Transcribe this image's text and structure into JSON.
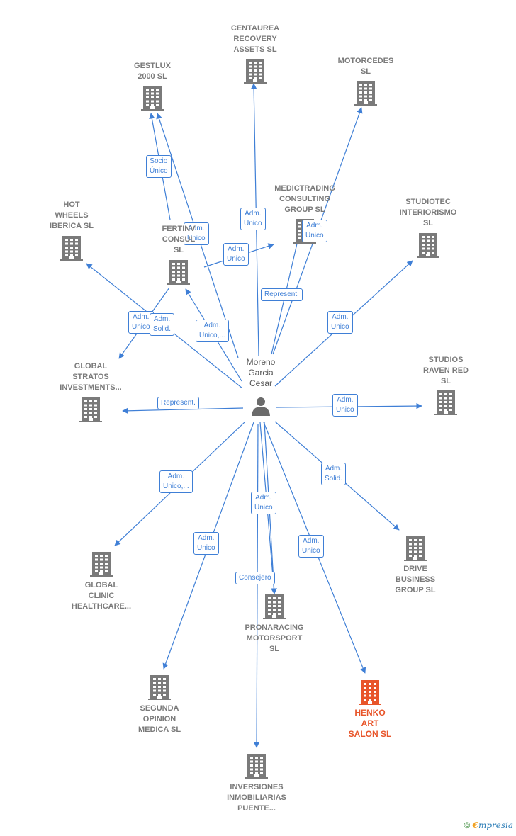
{
  "center": {
    "label": "Moreno\nGarcia\nCesar",
    "icon": "person-icon"
  },
  "colors": {
    "edge": "#3f7fd6",
    "building": "#7a7a7a",
    "highlight": "#e8552a"
  },
  "nodes": [
    {
      "id": "centaurea",
      "label": "CENTAUREA\nRECOVERY\nASSETS  SL"
    },
    {
      "id": "gestlux",
      "label": "GESTLUX\n2000  SL"
    },
    {
      "id": "motorcedes",
      "label": "MOTORCEDES\nSL"
    },
    {
      "id": "medictrading",
      "label": "MEDICTRADING\nCONSULTING\nGROUP  SL"
    },
    {
      "id": "studiotec",
      "label": "STUDIOTEC\nINTERIORISMO\nSL"
    },
    {
      "id": "hotwheels",
      "label": "HOT\nWHEELS\nIBERICA  SL"
    },
    {
      "id": "fertinv",
      "label": "FERTINV\nCONSUL\nSL"
    },
    {
      "id": "globalstratos",
      "label": "GLOBAL\nSTRATOS\nINVESTMENTS..."
    },
    {
      "id": "studiosraven",
      "label": "STUDIOS\nRAVEN RED\nSL"
    },
    {
      "id": "globalclinic",
      "label": "GLOBAL\nCLINIC\nHEALTHCARE..."
    },
    {
      "id": "drive",
      "label": "DRIVE\nBUSINESS\nGROUP  SL"
    },
    {
      "id": "pronaracing",
      "label": "PRONARACING\nMOTORSPORT\nSL"
    },
    {
      "id": "segunda",
      "label": "SEGUNDA\nOPINION\nMEDICA SL"
    },
    {
      "id": "henko",
      "label": "HENKO\nART\nSALON  SL",
      "highlight": true
    },
    {
      "id": "inversiones",
      "label": "INVERSIONES\nINMOBILIARIAS\nPUENTE..."
    }
  ],
  "edges": [
    {
      "to": "centaurea",
      "label": "Adm.\nUnico"
    },
    {
      "to": "gestlux",
      "label": "Adm.\nUnico"
    },
    {
      "from": "fertinv",
      "to": "gestlux",
      "label": "Socio\nÚnico"
    },
    {
      "to": "motorcedes",
      "label": "Adm.\nUnico"
    },
    {
      "to": "medictrading",
      "label": "Represent."
    },
    {
      "from": "fertinv",
      "to": "medictrading",
      "label": "Adm.\nUnico"
    },
    {
      "to": "studiotec",
      "label": "Adm.\nUnico"
    },
    {
      "to": "hotwheels",
      "label": "Adm.\nUnico"
    },
    {
      "to": "fertinv",
      "label": "Adm.\nUnico,..."
    },
    {
      "from": "fertinv",
      "to": "globalstratos",
      "label": "Adm.\nSolid."
    },
    {
      "to": "globalstratos",
      "label": "Represent."
    },
    {
      "to": "studiosraven",
      "label": "Adm.\nUnico"
    },
    {
      "to": "globalclinic",
      "label": "Adm.\nUnico,..."
    },
    {
      "to": "drive",
      "label": "Adm.\nSolid."
    },
    {
      "to": "pronaracing",
      "label": "Adm.\nUnico"
    },
    {
      "to": "pronaracing",
      "label": "Consejero"
    },
    {
      "to": "segunda",
      "label": "Adm.\nUnico"
    },
    {
      "to": "henko",
      "label": "Adm.\nUnico"
    },
    {
      "to": "inversiones",
      "label": "Adm.\nUnico"
    }
  ],
  "footer": {
    "copyright": "©",
    "brand_initial": "€",
    "brand_rest": "mpresia"
  }
}
